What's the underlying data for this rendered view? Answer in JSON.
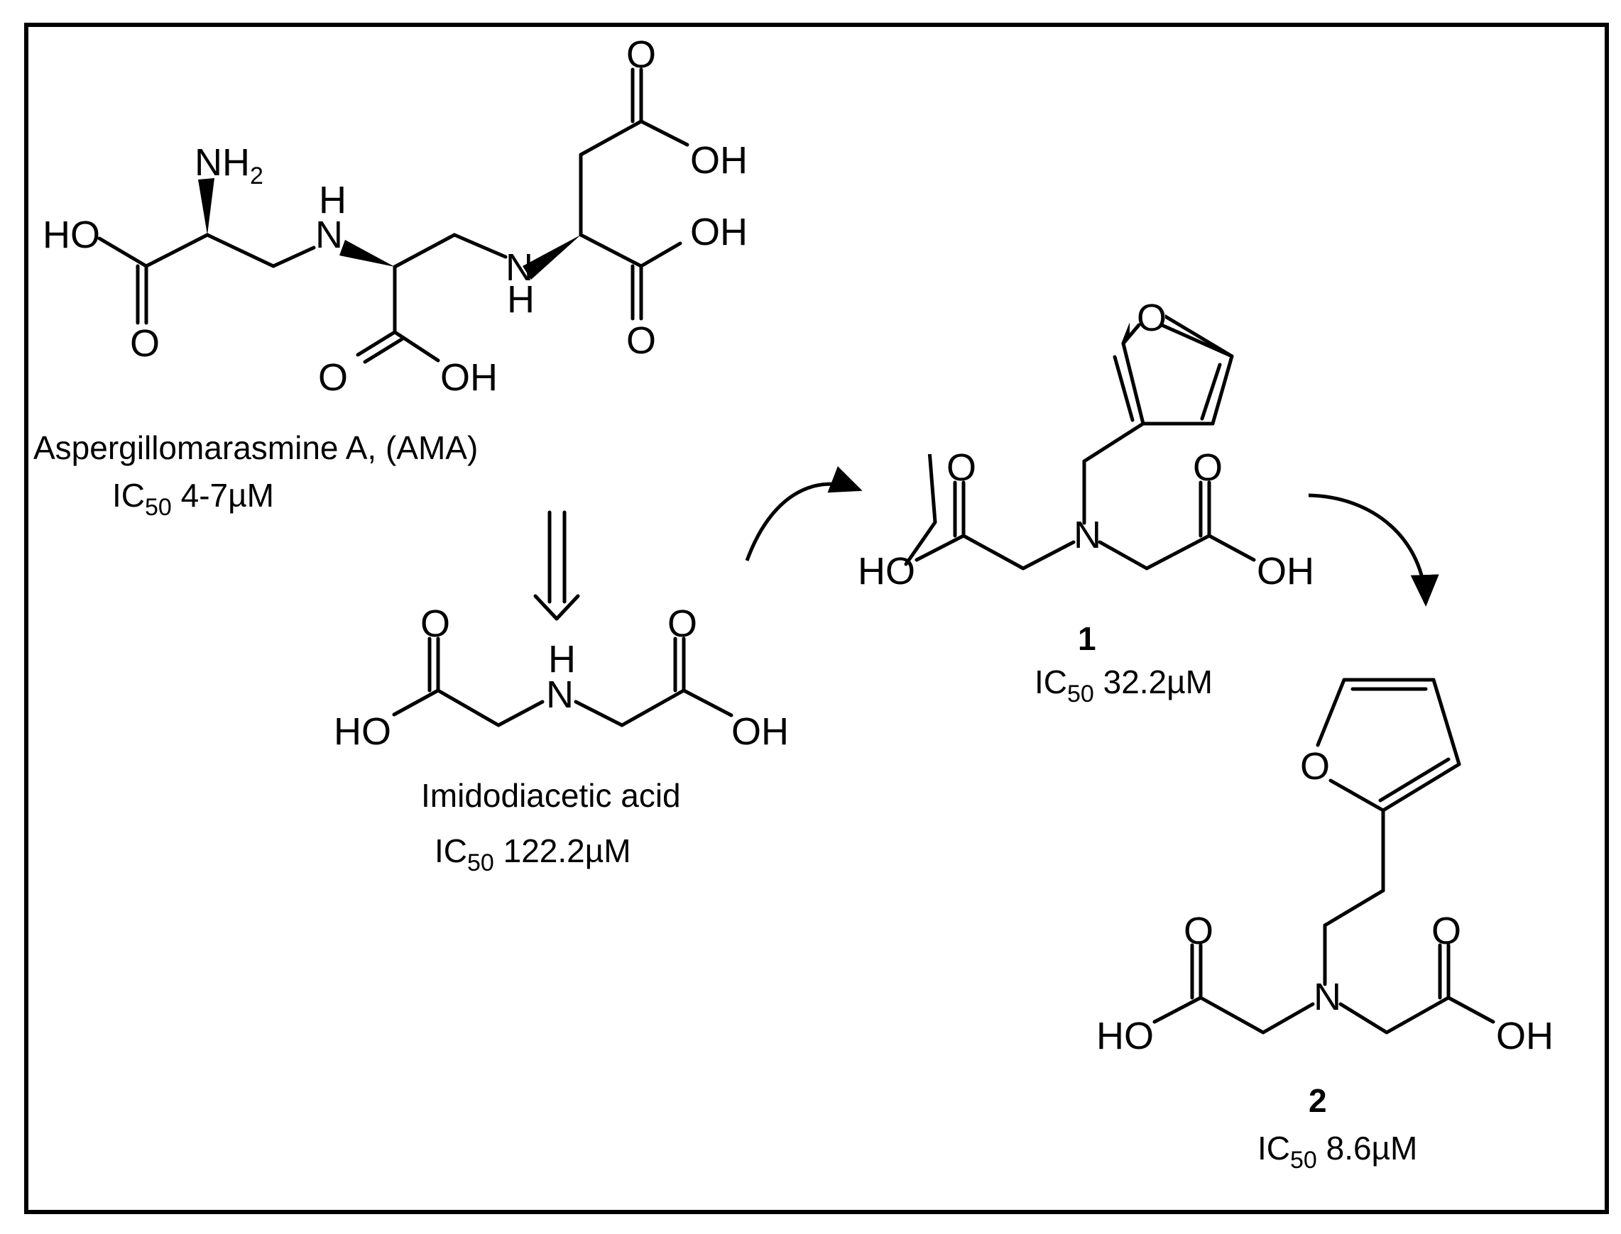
{
  "figure": {
    "border_color": "#000000",
    "background": "#ffffff"
  },
  "atoms": {
    "O": "O",
    "OH": "OH",
    "HO": "HO",
    "N": "N",
    "H": "H",
    "NH": "NH",
    "NH2_sub": "2"
  },
  "ama": {
    "name": "Aspergillomarasmine A, (AMA)",
    "ic50_prefix": "IC",
    "ic50_sub": "50",
    "ic50_value": " 4-7µM"
  },
  "ida": {
    "name": "Imidodiacetic acid",
    "ic50_prefix": "IC",
    "ic50_sub": "50",
    "ic50_value": " 122.2µM"
  },
  "compound1": {
    "number": "1",
    "ic50_prefix": "IC",
    "ic50_sub": "50",
    "ic50_value": " 32.2µM"
  },
  "compound2": {
    "number": "2",
    "ic50_prefix": "IC",
    "ic50_sub": "50",
    "ic50_value": " 8.6µM"
  }
}
